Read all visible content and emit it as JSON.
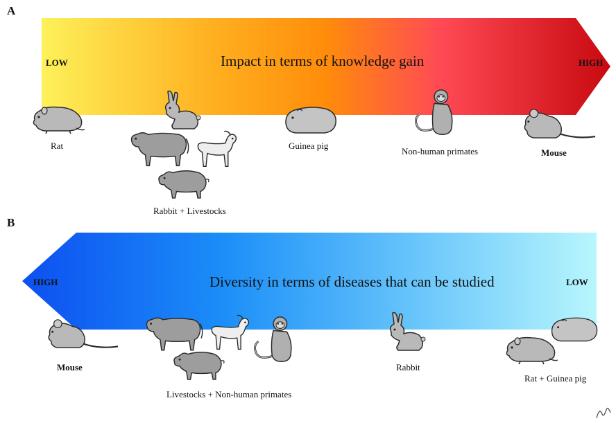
{
  "panel_a": {
    "letter": "A",
    "title": "Impact in terms of knowledge gain",
    "low_label": "LOW",
    "high_label": "HIGH",
    "gradient": [
      "#fdf15a",
      "#ffb020",
      "#ff8c0a",
      "#ff4a55",
      "#c80910"
    ],
    "groups": [
      {
        "label": "Rat",
        "bold": false,
        "animals": [
          "rat-icon"
        ]
      },
      {
        "label": "Rabbit + Livestocks",
        "bold": false,
        "animals": [
          "rabbit-icon",
          "cow-icon",
          "goat-icon",
          "pig-icon"
        ]
      },
      {
        "label": "Guinea pig",
        "bold": false,
        "animals": [
          "guinea-pig-icon"
        ]
      },
      {
        "label": "Non-human primates",
        "bold": false,
        "animals": [
          "monkey-icon"
        ]
      },
      {
        "label": "Mouse",
        "bold": true,
        "animals": [
          "mouse-icon"
        ]
      }
    ]
  },
  "panel_b": {
    "letter": "B",
    "title": "Diversity in terms of diseases that can be studied",
    "high_label": "HIGH",
    "low_label": "LOW",
    "gradient": [
      "#0d4ff0",
      "#1b8ef8",
      "#6cc8fb",
      "#b8f6fd"
    ],
    "groups": [
      {
        "label": "Mouse",
        "bold": true,
        "animals": [
          "mouse-icon"
        ]
      },
      {
        "label": "Livestocks + Non-human primates",
        "bold": false,
        "animals": [
          "cow-icon",
          "goat-icon",
          "pig-icon",
          "monkey-icon"
        ]
      },
      {
        "label": "Rabbit",
        "bold": false,
        "animals": [
          "rabbit-icon"
        ]
      },
      {
        "label": "Rat + Guinea pig",
        "bold": false,
        "animals": [
          "rat-icon",
          "guinea-pig-icon"
        ]
      }
    ]
  },
  "colors": {
    "animal_fill": "#b9b9b9",
    "animal_outline": "#2a2a2a"
  }
}
